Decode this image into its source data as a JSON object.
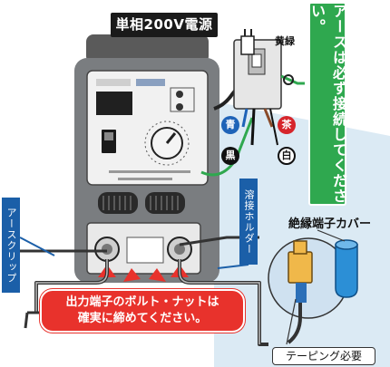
{
  "labels": {
    "title": "単相200V電源",
    "earth_warning": "アースは必ず接続してください。",
    "yellow_green": "黄緑",
    "earth_clip": "アースクリップ",
    "welding_holder": "溶接ホルダー",
    "insulating_cover": "絶縁端子カバー",
    "taping_required": "テーピング必要",
    "warning_line1": "出力端子のボルト・ナットは",
    "warning_line2": "確実に締めてください。"
  },
  "wire_tags": {
    "blue": "青",
    "red": "茶",
    "black": "黒",
    "white": "白"
  },
  "colors": {
    "earth_green": "#2fa84f",
    "warning_red": "#e8322c",
    "label_blue": "#1b5fa8",
    "title_black": "#1a1a1a"
  }
}
